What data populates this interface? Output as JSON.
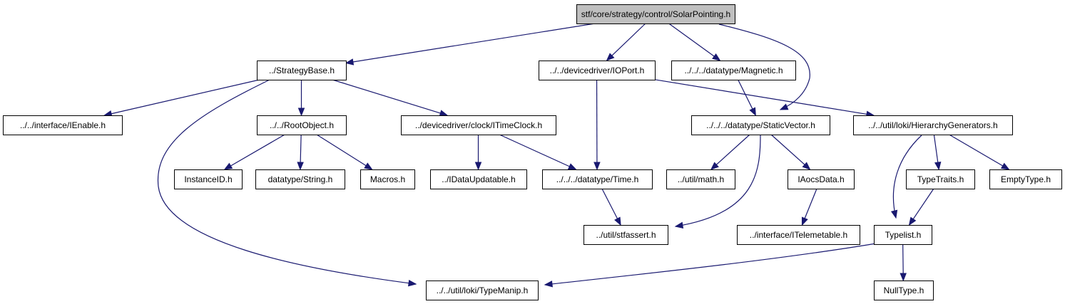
{
  "graph": {
    "colors": {
      "edge": "#191970",
      "node_fill": "#ffffff",
      "root_fill": "#bfbfbf",
      "node_stroke": "#000000"
    },
    "nodes": [
      {
        "id": "solarpointing",
        "label": "stf/core/strategy/control/SolarPointing.h",
        "root": true
      },
      {
        "id": "strategybase",
        "label": "../StrategyBase.h"
      },
      {
        "id": "ioport",
        "label": "../../devicedriver/IOPort.h"
      },
      {
        "id": "magnetic",
        "label": "../../../datatype/Magnetic.h"
      },
      {
        "id": "ienable",
        "label": "../../interface/IEnable.h"
      },
      {
        "id": "rootobject",
        "label": "../../RootObject.h"
      },
      {
        "id": "itimeclock",
        "label": "../devicedriver/clock/ITimeClock.h"
      },
      {
        "id": "staticvector",
        "label": "../../../datatype/StaticVector.h"
      },
      {
        "id": "hierarchy",
        "label": "../../util/loki/HierarchyGenerators.h"
      },
      {
        "id": "instanceid",
        "label": "InstanceID.h"
      },
      {
        "id": "string",
        "label": "datatype/String.h"
      },
      {
        "id": "macros",
        "label": "Macros.h"
      },
      {
        "id": "idataupdatable",
        "label": "../IDataUpdatable.h"
      },
      {
        "id": "time",
        "label": "../../../datatype/Time.h"
      },
      {
        "id": "math",
        "label": "../util/math.h"
      },
      {
        "id": "iaocsdata",
        "label": "IAocsData.h"
      },
      {
        "id": "typetraits",
        "label": "TypeTraits.h"
      },
      {
        "id": "emptytype",
        "label": "EmptyType.h"
      },
      {
        "id": "stfassert",
        "label": "../util/stfassert.h"
      },
      {
        "id": "itelemetable",
        "label": "../interface/ITelemetable.h"
      },
      {
        "id": "typelist",
        "label": "Typelist.h"
      },
      {
        "id": "typemanip",
        "label": "../../util/loki/TypeManip.h"
      },
      {
        "id": "nulltype",
        "label": "NullType.h"
      }
    ],
    "edges": [
      {
        "from": "solarpointing",
        "to": "strategybase"
      },
      {
        "from": "solarpointing",
        "to": "ioport"
      },
      {
        "from": "solarpointing",
        "to": "magnetic"
      },
      {
        "from": "solarpointing",
        "to": "staticvector"
      },
      {
        "from": "strategybase",
        "to": "ienable"
      },
      {
        "from": "strategybase",
        "to": "rootobject"
      },
      {
        "from": "strategybase",
        "to": "itimeclock"
      },
      {
        "from": "strategybase",
        "to": "typemanip"
      },
      {
        "from": "ioport",
        "to": "time"
      },
      {
        "from": "ioport",
        "to": "hierarchy"
      },
      {
        "from": "magnetic",
        "to": "staticvector"
      },
      {
        "from": "rootobject",
        "to": "instanceid"
      },
      {
        "from": "rootobject",
        "to": "string"
      },
      {
        "from": "rootobject",
        "to": "macros"
      },
      {
        "from": "itimeclock",
        "to": "idataupdatable"
      },
      {
        "from": "itimeclock",
        "to": "time"
      },
      {
        "from": "staticvector",
        "to": "math"
      },
      {
        "from": "staticvector",
        "to": "iaocsdata"
      },
      {
        "from": "staticvector",
        "to": "stfassert"
      },
      {
        "from": "hierarchy",
        "to": "typetraits"
      },
      {
        "from": "hierarchy",
        "to": "emptytype"
      },
      {
        "from": "hierarchy",
        "to": "typelist"
      },
      {
        "from": "time",
        "to": "stfassert"
      },
      {
        "from": "iaocsdata",
        "to": "itelemetable"
      },
      {
        "from": "typetraits",
        "to": "typelist"
      },
      {
        "from": "typelist",
        "to": "typemanip"
      },
      {
        "from": "typelist",
        "to": "nulltype"
      }
    ]
  }
}
